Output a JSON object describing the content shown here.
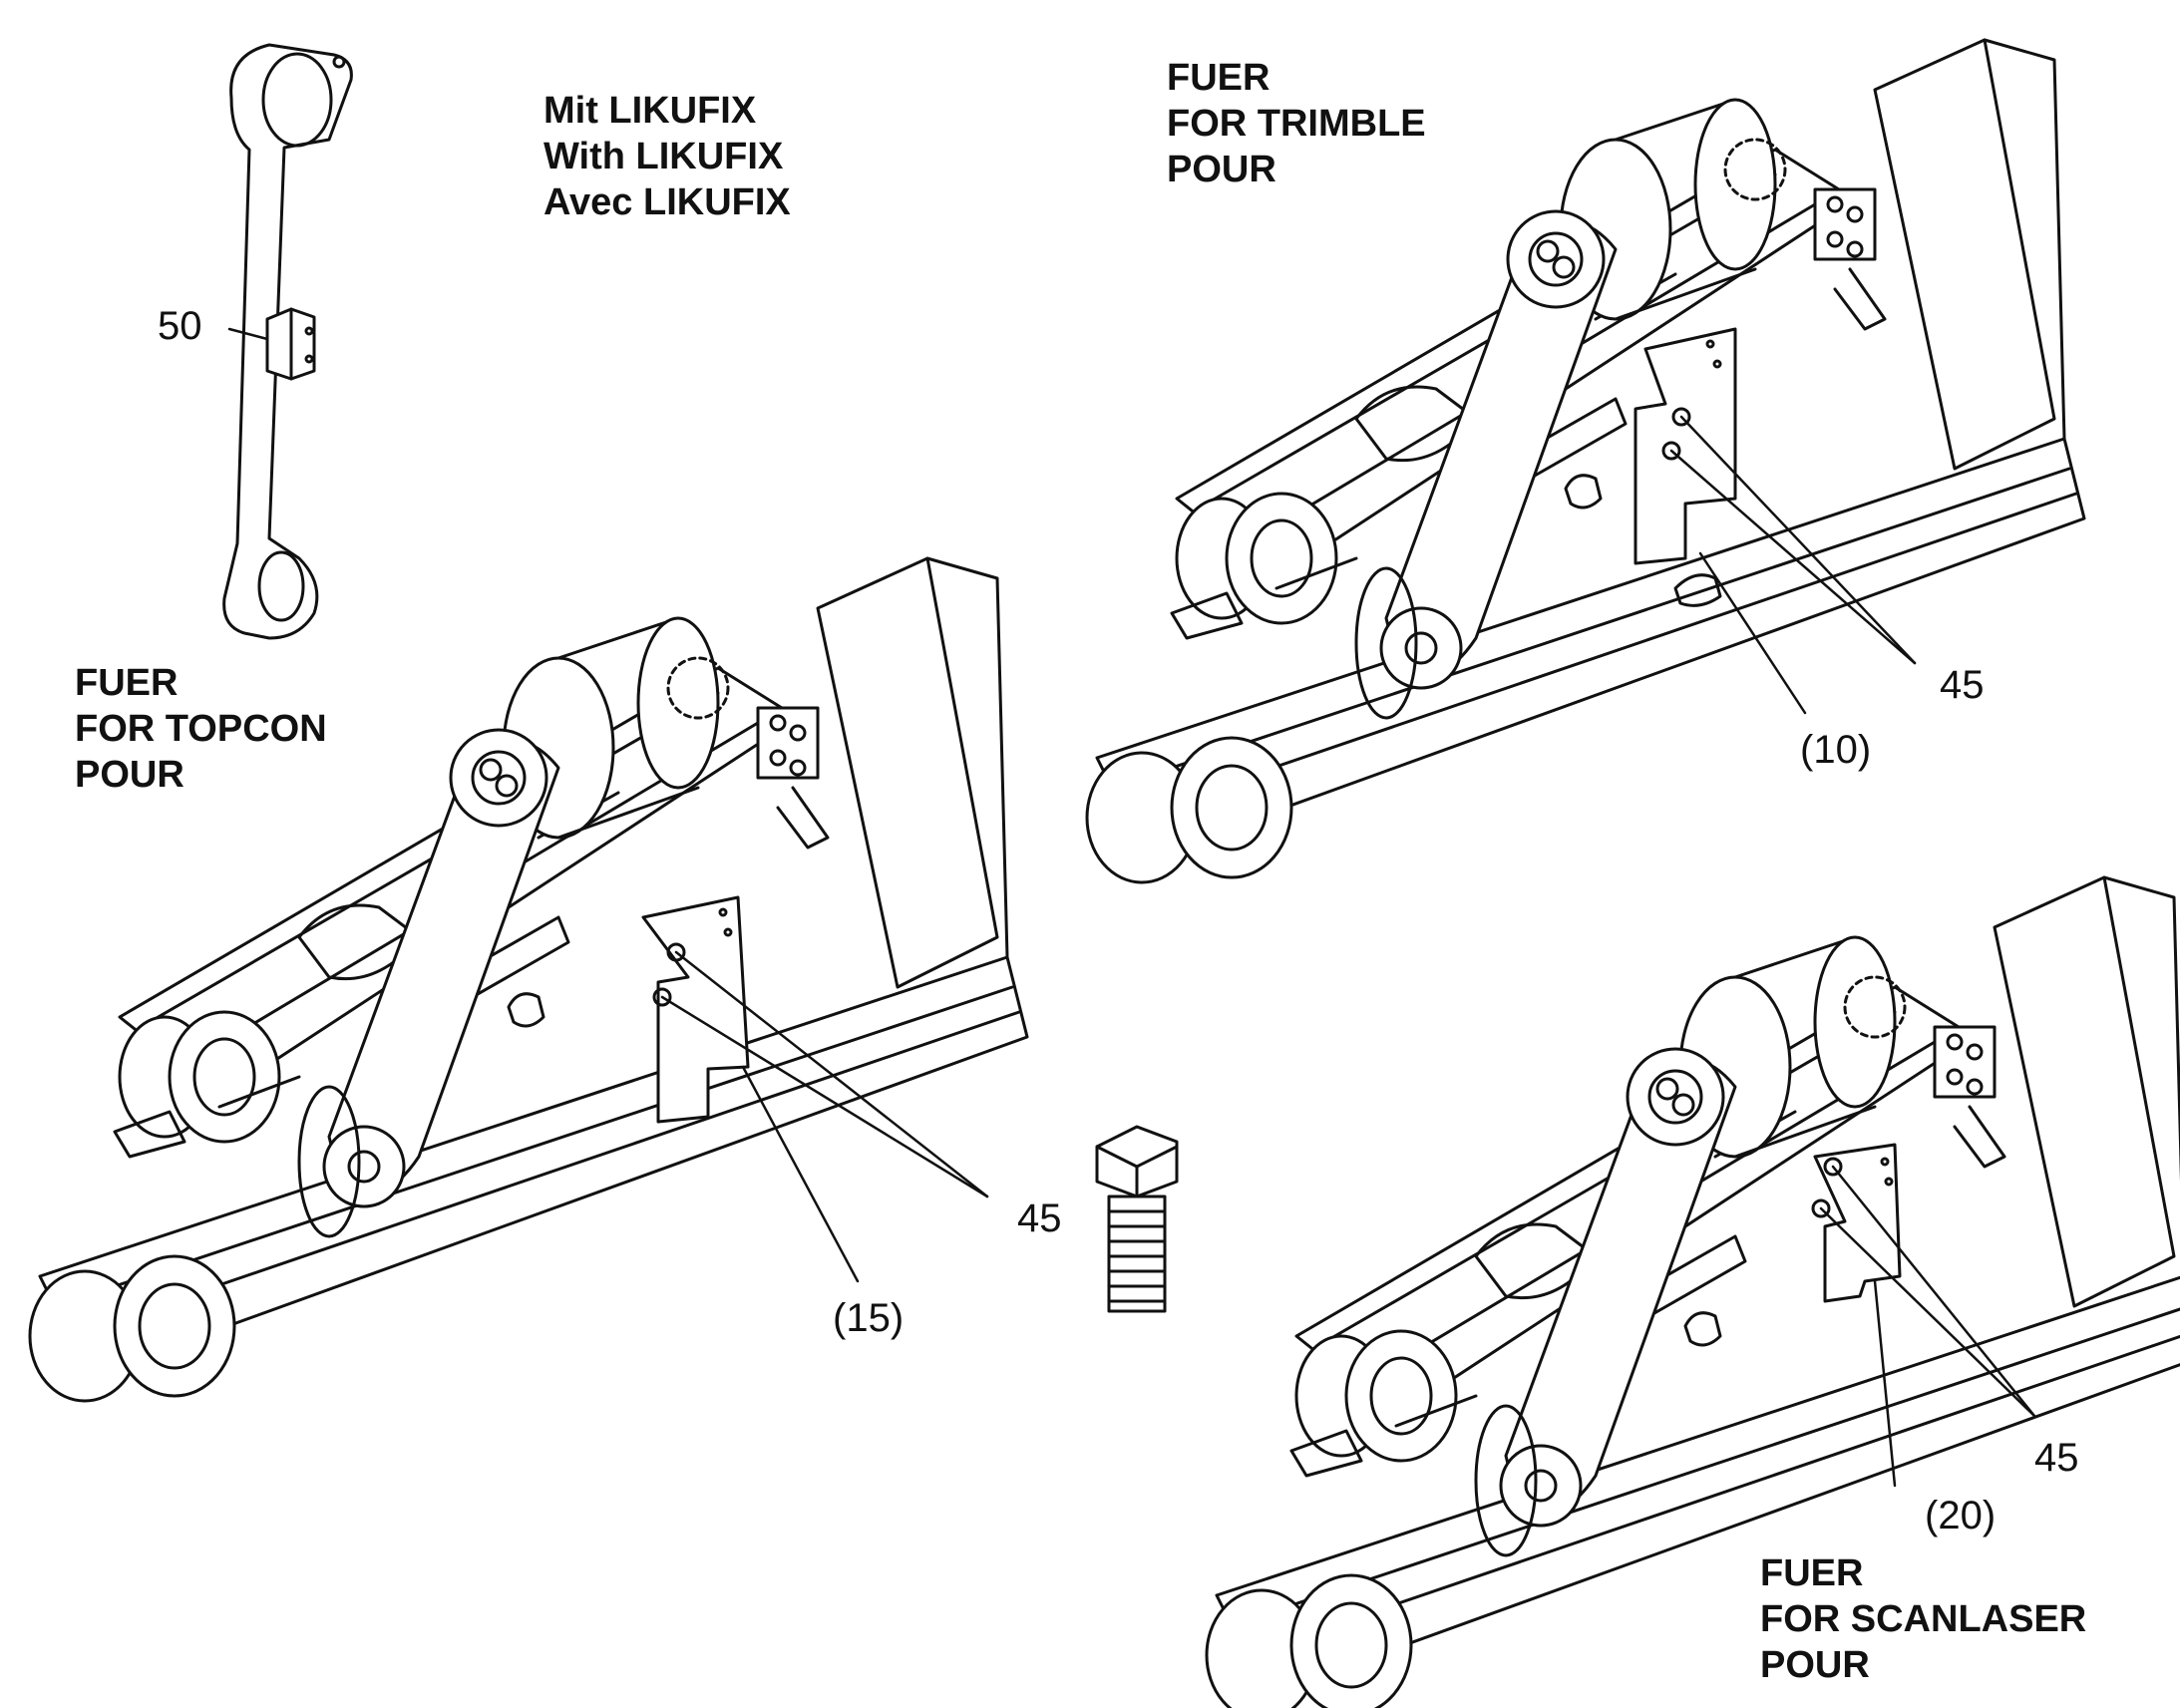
{
  "colors": {
    "ink": "#111111",
    "paper": "#ffffff"
  },
  "notes": {
    "likufix": {
      "line1": "Mit LIKUFIX",
      "line2": "With LIKUFIX",
      "line3": "Avec LIKUFIX"
    },
    "trimble": {
      "line1": "FUER",
      "line2": "FOR  TRIMBLE",
      "line3": "POUR"
    },
    "topcon": {
      "line1": "FUER",
      "line2": "FOR  TOPCON",
      "line3": "POUR"
    },
    "scanlaser": {
      "line1": "FUER",
      "line2": "FOR  SCANLASER",
      "line3": "POUR"
    }
  },
  "callouts": {
    "link": "50",
    "bolts_trimble": "45",
    "bracket_trimble": "(10)",
    "bolts_topcon": "45",
    "bracket_topcon": "(15)",
    "bolts_scanlaser": "45",
    "bracket_scanlaser": "(20)"
  }
}
